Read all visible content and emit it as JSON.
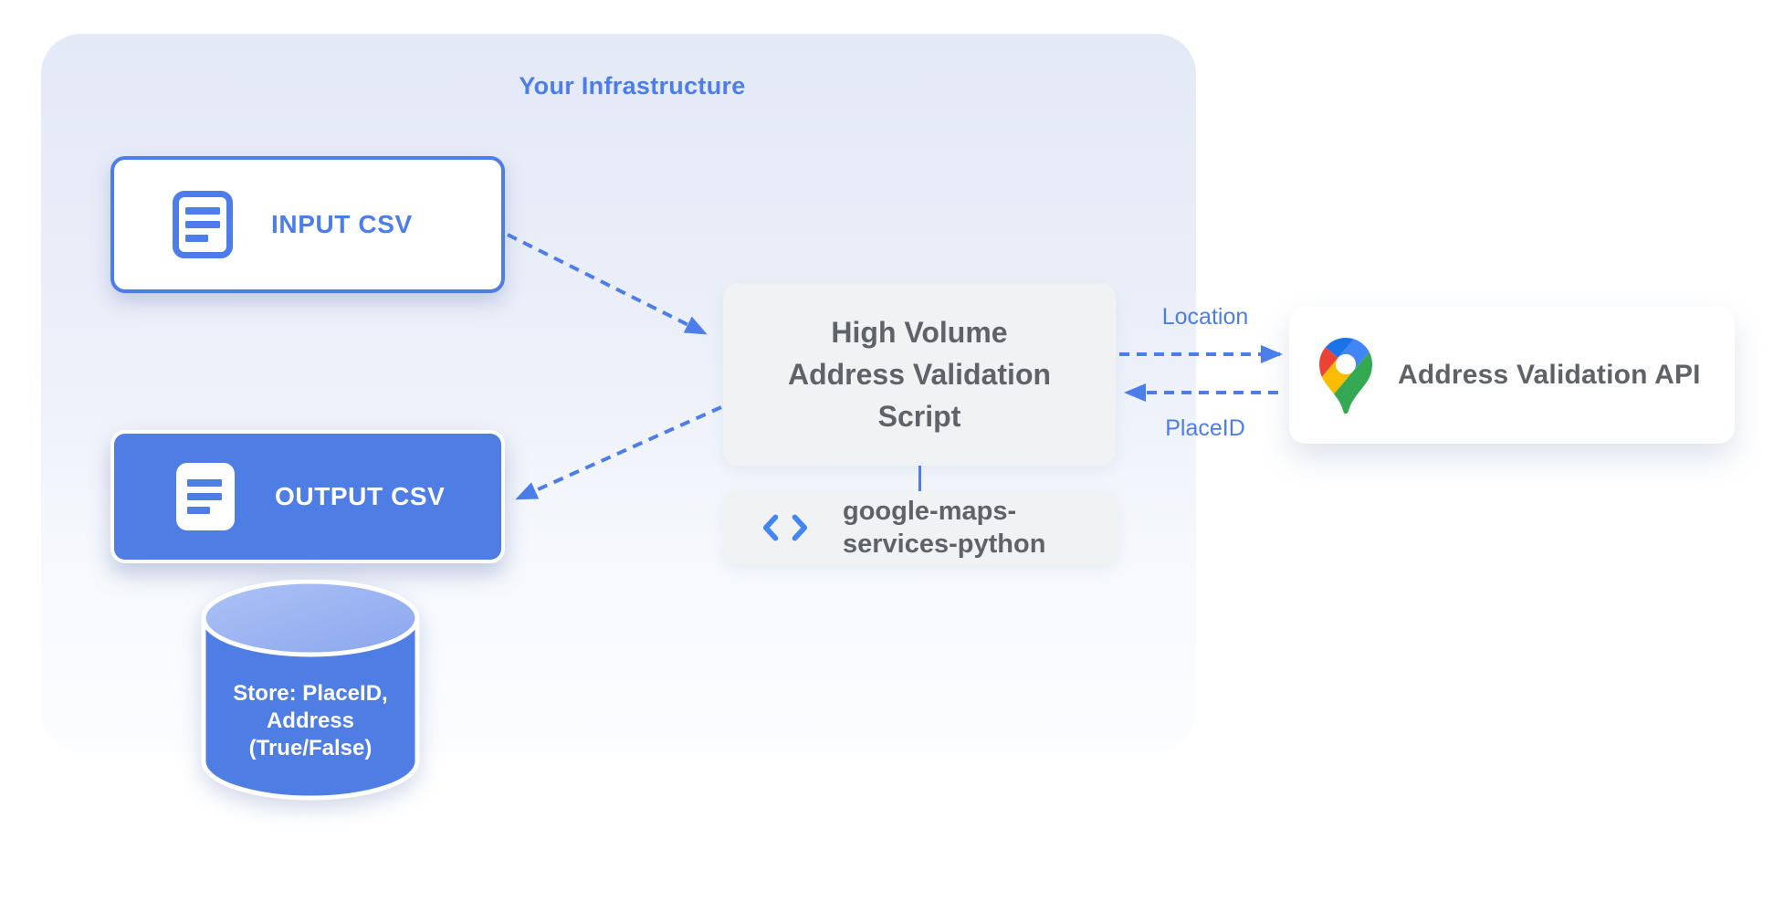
{
  "title": "Your Infrastructure",
  "colors": {
    "accent": "#4c7de9",
    "fill_blue": "#4e7de4",
    "box_gray": "#f0f2f3",
    "text_dark": "#5f6368",
    "panel_top": "#e4e9f7",
    "panel_bottom": "#fcfdff",
    "cyl_top_light": "#aec2f5",
    "cyl_top_dark": "#8aa6ee",
    "pin_blue_dark": "#1a73e8",
    "pin_red": "#ea4335",
    "pin_blue": "#4285f4",
    "pin_yellow": "#fbbc04",
    "pin_green": "#34a853"
  },
  "nodes": {
    "input_csv": {
      "label": "INPUT CSV"
    },
    "output_csv": {
      "label": "OUTPUT CSV"
    },
    "datastore": {
      "lines": [
        "Store: PlaceID,",
        "Address",
        "(True/False)"
      ]
    },
    "script": {
      "lines": [
        "High Volume",
        "Address Validation",
        "Script"
      ]
    },
    "library": {
      "lines": [
        "google-maps-",
        "services-python"
      ]
    },
    "api": {
      "label": "Address Validation API"
    }
  },
  "edges": {
    "location_label": "Location",
    "placeid_label": "PlaceID"
  }
}
